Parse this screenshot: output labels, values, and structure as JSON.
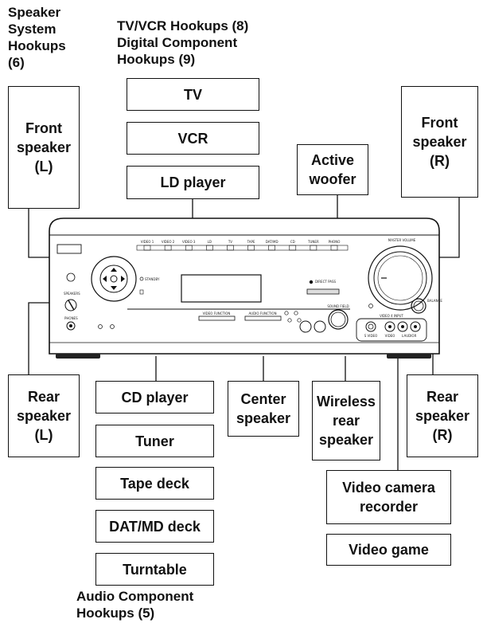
{
  "headings": {
    "speaker_system": [
      "Speaker",
      "System",
      "Hookups",
      "(6)"
    ],
    "tv_vcr": "TV/VCR Hookups (8)",
    "digital": [
      "Digital Component",
      "Hookups (9)"
    ],
    "audio": [
      "Audio Component",
      "Hookups (5)"
    ]
  },
  "boxes": {
    "front_left": [
      "Front",
      "speaker",
      "(L)"
    ],
    "tv": "TV",
    "vcr": "VCR",
    "ld_player": "LD player",
    "active_woofer": [
      "Active",
      "woofer"
    ],
    "front_right": [
      "Front",
      "speaker",
      "(R)"
    ],
    "rear_left": [
      "Rear",
      "speaker",
      "(L)"
    ],
    "cd_player": "CD player",
    "tuner": "Tuner",
    "tape_deck": "Tape deck",
    "dat_md_deck": "DAT/MD deck",
    "turntable": "Turntable",
    "center_speaker": [
      "Center",
      "speaker"
    ],
    "wireless_rear": [
      "Wireless",
      "rear",
      "speaker"
    ],
    "rear_right": [
      "Rear",
      "speaker",
      "(R)"
    ],
    "video_camera": [
      "Video camera",
      "recorder"
    ],
    "video_game": "Video game"
  },
  "receiver_panel": {
    "input_buttons": [
      "VIDEO 1",
      "VIDEO 2",
      "VIDEO 3",
      "LD",
      "TV",
      "TAPE",
      "DAT/MD",
      "CD",
      "TUNER",
      "PHONO"
    ],
    "master_volume": "MASTER VOLUME",
    "speakers": "SPEAKERS",
    "phones": "PHONES",
    "standby": "STANDBY",
    "direct_pass": "DIRECT PASS",
    "balance": "BALANCE",
    "sound_field": "SOUND FIELD",
    "video_function": "VIDEO FUNCTION",
    "audio_function": "AUDIO FUNCTION",
    "video4_input": "VIDEO 4 INPUT",
    "s_video": "S VIDEO",
    "video": "VIDEO",
    "audio": "AUDIO",
    "audio_l": "L",
    "audio_r": "R"
  }
}
